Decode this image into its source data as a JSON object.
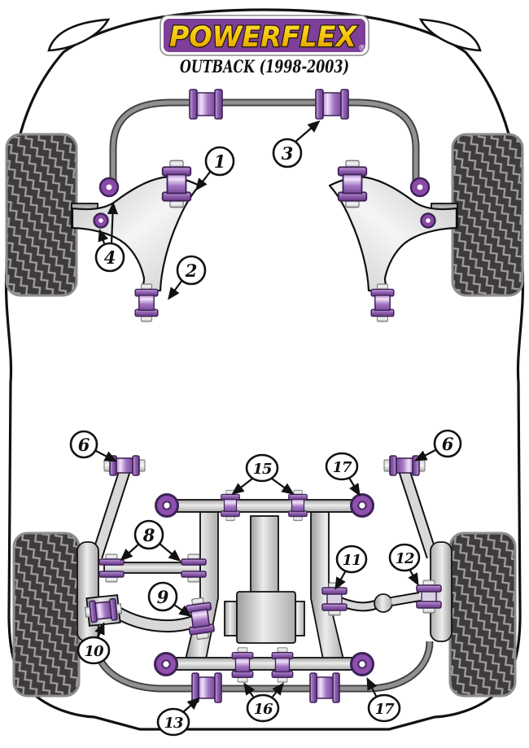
{
  "header": {
    "brand_logo": "POWERFLEX",
    "registered_mark": "®",
    "model_label": "OUTBACK (1998-2003)"
  },
  "callouts": {
    "c1": "1",
    "c2": "2",
    "c3": "3",
    "c4": "4",
    "c6_left": "6",
    "c6_right": "6",
    "c8": "8",
    "c9": "9",
    "c10": "10",
    "c11": "11",
    "c12": "12",
    "c13": "13",
    "c15": "15",
    "c16": "16",
    "c17_top": "17",
    "c17_bottom": "17"
  },
  "colors": {
    "brand_purple": "#7d3f98",
    "brand_yellow": "#f6c60a",
    "bushing_purple": "#8a55ab",
    "bushing_outline": "#3c2256",
    "tire_dark": "#3e3b3e",
    "tread_line": "#a29e99",
    "chassis_outline": "#111111",
    "metal_gray": "#d8d8d8",
    "anti_roll_bar_gray": "#8e8e8e"
  }
}
